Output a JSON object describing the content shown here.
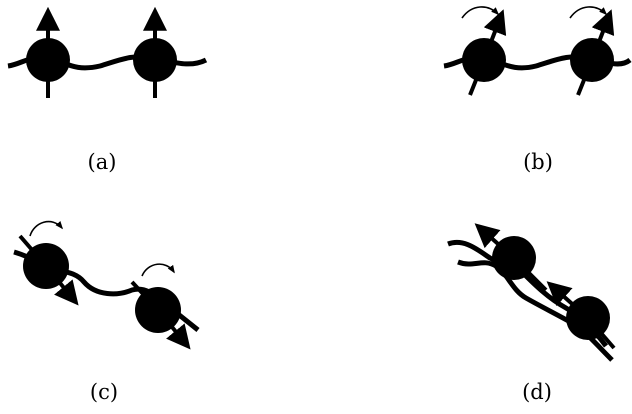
{
  "panels": [
    {
      "id": "a",
      "label": "(a)"
    },
    {
      "id": "b",
      "label": "(b)"
    },
    {
      "id": "c",
      "label": "(c)"
    },
    {
      "id": "d",
      "label": "(d)"
    }
  ],
  "colors": {
    "ink": "#000000",
    "background": "#ffffff"
  },
  "icons": {
    "particle": "filled-circle",
    "spin": "arrow",
    "link": "wavy-line",
    "rotation": "curved-arrow"
  }
}
